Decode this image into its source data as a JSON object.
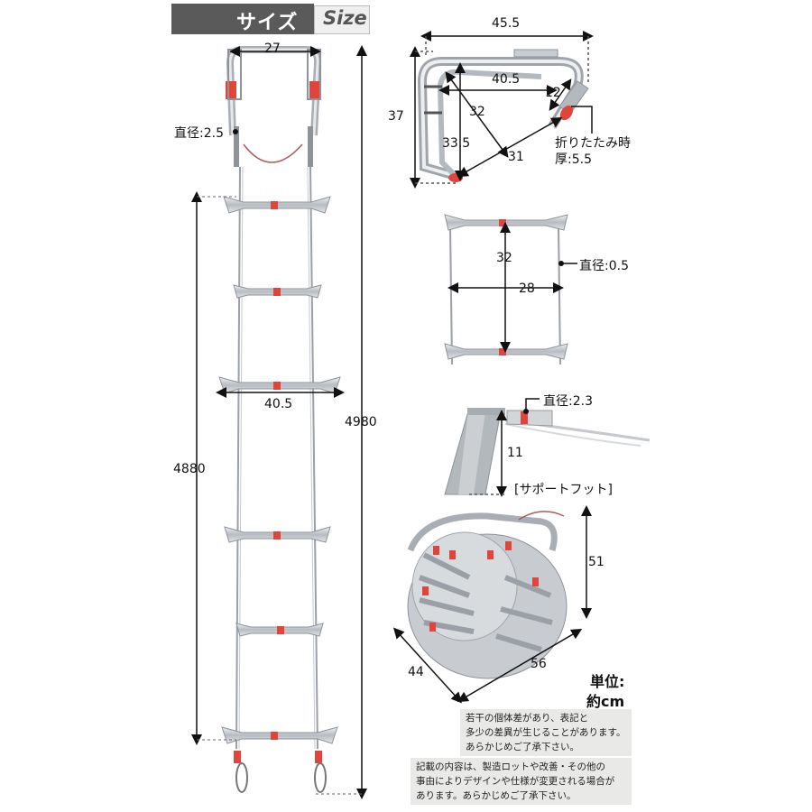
{
  "title": {
    "japanese": "サイズ",
    "english": "Size"
  },
  "ladder": {
    "top_width": "27",
    "hook_diameter": "直径:2.5",
    "rung_width": "40.5",
    "length_inner": "4880",
    "length_total": "4980"
  },
  "hook_detail": {
    "width_outer": "45.5",
    "width_inner": "40.5",
    "height": "37",
    "diag_32": "32",
    "height_inner": "33.5",
    "diag_31": "31",
    "tip": "12",
    "folded_label": "折りたたみ時",
    "folded_thickness": "厚:5.5"
  },
  "rung_detail": {
    "spacing": "32",
    "width": "28",
    "wire_diameter": "直径:0.5"
  },
  "foot_detail": {
    "diameter": "直径:2.3",
    "height": "11",
    "caption": "[サポートフット]"
  },
  "bundle": {
    "height": "51",
    "depth": "44",
    "width": "56"
  },
  "unit": {
    "line1": "単位:",
    "line2": "約cm"
  },
  "notes": {
    "note1": [
      "若干の個体差があり、表記と",
      "多少の差異が生じることがあります。",
      "あらかじめご了承下さい。"
    ],
    "note2": [
      "記載の内容は、製造ロットや改善・その他の",
      "事由によりデザインや仕様が変更される場合が",
      "あります。あらかじめご了承下さい。"
    ]
  },
  "colors": {
    "metal": "#c9ccd0",
    "metal_dark": "#8e9399",
    "accent_red": "#e0443a",
    "note_bg": "#e9eae8"
  }
}
